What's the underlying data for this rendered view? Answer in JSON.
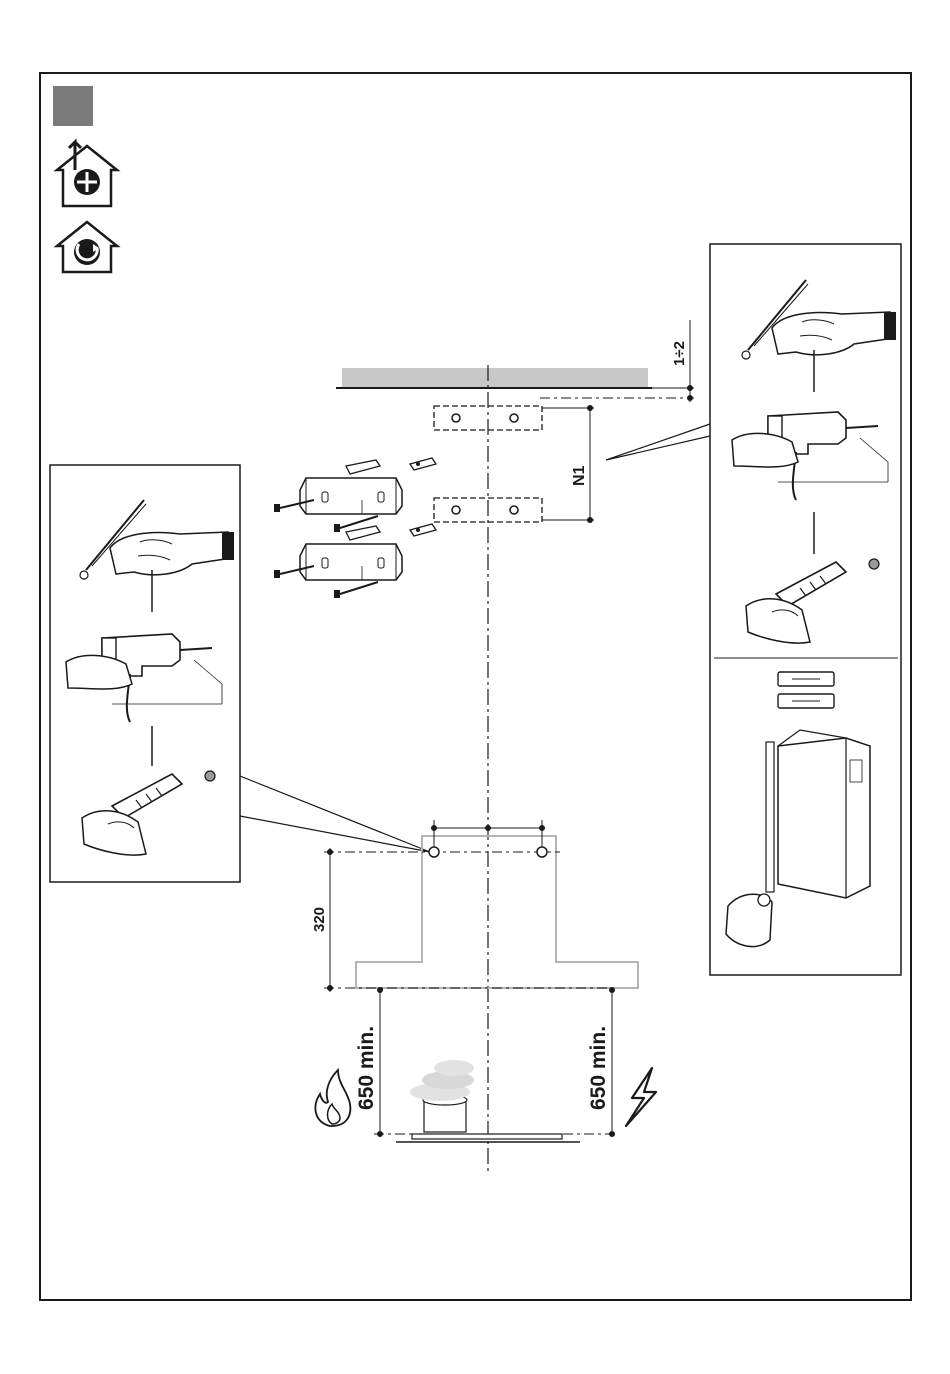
{
  "page": {
    "marker_color": "#7a7a7a",
    "line_color": "#1a1a1a",
    "ceiling_color": "#c8c8c8",
    "hood_outline_color": "#b4b4b4"
  },
  "mode_icons": [
    {
      "name": "ducted-extraction-icon"
    },
    {
      "name": "recirculation-icon"
    }
  ],
  "dimensions": {
    "ceiling_gap": "1÷2",
    "bracket_spacing": "N1",
    "bracket_to_hood_base": "320",
    "left_clearance": "650 min.",
    "right_clearance": "650 min."
  },
  "hazard_icons": {
    "gas": "flame-icon",
    "electric": "lightning-icon"
  },
  "callout_steps": {
    "right": [
      "mark-holes-icon",
      "drill-holes-icon",
      "insert-wall-plug-icon"
    ],
    "left": [
      "mark-holes-icon",
      "drill-holes-icon",
      "insert-wall-plug-icon"
    ]
  }
}
